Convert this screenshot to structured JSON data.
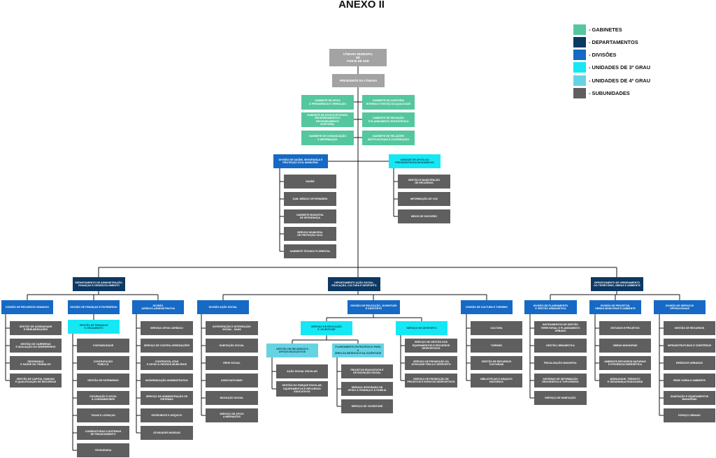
{
  "title": "ANEXO II",
  "colors": {
    "gab": "#55c79e",
    "dep": "#0c3863",
    "div": "#1669c4",
    "u3": "#15e8f4",
    "u4": "#66d3e3",
    "sub": "#5f5f5f",
    "top": "#a3a3a3",
    "line": "#111111"
  },
  "legend": [
    {
      "color": "#55c79e",
      "label": "- GABINETES"
    },
    {
      "color": "#0c3863",
      "label": "- DEPARTAMENTOS"
    },
    {
      "color": "#1669c4",
      "label": "- DIVISÕES"
    },
    {
      "color": "#15e8f4",
      "label": "- UNIDADES DE 3º GRAU"
    },
    {
      "color": "#66d3e3",
      "label": "- UNIDADES DE 4º GRAU"
    },
    {
      "color": "#5f5f5f",
      "label": "- SUBUNIDADES"
    }
  ],
  "boxes": [
    {
      "id": "camara",
      "label": "CÂMARA MUNICIPAL\nDE\nPONTE DE SOR",
      "type": "top"
    },
    {
      "id": "presidente",
      "label": "PRESIDENTE DA CÂMARA",
      "type": "top"
    },
    {
      "id": "g1",
      "label": "GABINETE DE APOIO\nÀ PRESIDÊNCIA E VEREAÇÃO",
      "type": "gab"
    },
    {
      "id": "g2",
      "label": "GABINETE DE AUDITORIA\nINTERNA E GESTÃO DA QUALIDADE",
      "type": "gab"
    },
    {
      "id": "g3",
      "label": "GABINETE DE ATOS ELEITORAIS,\nRECENSEAMENTO E RECENSEAMENTO\nELEITORAL",
      "type": "gab"
    },
    {
      "id": "g4",
      "label": "GABINETE DE INOVAÇÃO\nE PLANEAMENTO ESTRATÉGICO",
      "type": "gab"
    },
    {
      "id": "g5",
      "label": "GABINETE DE COMUNICAÇÃO\nE INFORMAÇÃO",
      "type": "gab"
    },
    {
      "id": "g6",
      "label": "GABINETE DE RELAÇÕES\nINSTITUCIONAIS E COOPERAÇÃO",
      "type": "gab"
    },
    {
      "id": "div_saude",
      "label": "DIVISÃO DE SAÚDE, SEGURANÇA E\nPROTEÇÃO CIVIL MUNICIPAL",
      "type": "div"
    },
    {
      "id": "s_saude",
      "label": "SAÚDE",
      "type": "sub"
    },
    {
      "id": "s_vet",
      "label": "GAB. MÉDICO VETERINÁRIO",
      "type": "sub"
    },
    {
      "id": "s_gabseg",
      "label": "GABINETE MUNICIPAL\nDE SEGURANÇA",
      "type": "sub"
    },
    {
      "id": "s_smpc",
      "label": "SERVIÇO MUNICIPAL\nDE PROTEÇÃO CIVIL",
      "type": "sub"
    },
    {
      "id": "s_flor",
      "label": "GABINETE TÉCNICO FLORESTAL",
      "type": "sub"
    },
    {
      "id": "u_sig",
      "label": "UNIDADE DE APOIO AO\nPRESIDENTE/SIG/GEOGRÁFICO",
      "type": "u3"
    },
    {
      "id": "s_rec",
      "label": "GESTÃO E MANUTENÇÃO\nDE RECURSOS",
      "type": "sub"
    },
    {
      "id": "s_info",
      "label": "INFORMAÇÃO DE VOZ",
      "type": "sub"
    },
    {
      "id": "s_socorro",
      "label": "MEIOS DE SOCORRO",
      "type": "sub"
    },
    {
      "id": "dep_adm",
      "label": "DEPARTAMENTO DE ADMINISTRAÇÃO,\nFINANÇAS E DESENVOLVIMENTO",
      "type": "dep"
    },
    {
      "id": "dep_social",
      "label": "DEPARTAMENTO AÇÃO SOCIAL,\nEDUCAÇÃO, CULTURA E DESPORTO",
      "type": "dep"
    },
    {
      "id": "dep_terr",
      "label": "DEPARTAMENTO DE ORDENAMENTO\nDO TERRITÓRIO, OBRAS E AMBIENTE",
      "type": "dep"
    },
    {
      "id": "div_rh",
      "label": "DIVISÃO DE RECURSOS HUMANOS",
      "type": "div"
    },
    {
      "id": "rh1",
      "label": "GESTÃO DE ASSIDUIDADE\nE REMUNERAÇÕES",
      "type": "sub"
    },
    {
      "id": "rh2",
      "label": "GESTÃO DE CARREIRAS\nE AVALIAÇÃO DO DESEMPENHO",
      "type": "sub"
    },
    {
      "id": "rh3",
      "label": "SEGURANÇA\nE SAÚDE NO TRABALHO",
      "type": "sub"
    },
    {
      "id": "rh4",
      "label": "GESTÃO DE CAPITAL HUMANO\nE QUALIFICAÇÃO DE RECURSOS",
      "type": "sub"
    },
    {
      "id": "div_fin",
      "label": "DIVISÃO DE FINANÇAS E PATRIMÓNIO",
      "type": "div"
    },
    {
      "id": "u_fin",
      "label": "GESTÃO DE FINANÇAS\nE ORÇAMENTO",
      "type": "u3"
    },
    {
      "id": "f1",
      "label": "CONTABILIDADE",
      "type": "sub"
    },
    {
      "id": "f2",
      "label": "CONTRATAÇÃO\nPÚBLICA",
      "type": "sub"
    },
    {
      "id": "f3",
      "label": "GESTÃO DE PATRIMÓNIO",
      "type": "sub"
    },
    {
      "id": "f4",
      "label": "FATURAÇÃO E APOIO\nÀ CONSUMIDORES",
      "type": "sub"
    },
    {
      "id": "f5",
      "label": "TAXAS E LICENÇAS",
      "type": "sub"
    },
    {
      "id": "f6",
      "label": "CANDIDATURAS A SISTEMAS\nDE FINANCIAMENTO",
      "type": "sub"
    },
    {
      "id": "f7",
      "label": "TESOURARIA",
      "type": "sub"
    },
    {
      "id": "div_jur",
      "label": "DIVISÃO\nJURÍDICO-ADMINISTRATIVA",
      "type": "div"
    },
    {
      "id": "j1",
      "label": "SERVIÇO APOIO JURÍDICO",
      "type": "sub"
    },
    {
      "id": "j2",
      "label": "SERVIÇO DE CONTRA-ORDENAÇÕES",
      "type": "sub"
    },
    {
      "id": "j3",
      "label": "CONTRATOS, ATAS\nE APOIO A ÓRGÃOS MUNICIPAIS",
      "type": "sub"
    },
    {
      "id": "j4",
      "label": "MODERNIZAÇÃO ADMINISTRATIVA",
      "type": "sub"
    },
    {
      "id": "j5",
      "label": "SERVIÇO DE ADMINISTRAÇÃO DE\nSISTEMAS",
      "type": "sub"
    },
    {
      "id": "j6",
      "label": "EXPEDIENTE E ARQUIVO",
      "type": "sub"
    },
    {
      "id": "j7",
      "label": "ATIVIDADES MUSEAIS",
      "type": "sub"
    },
    {
      "id": "div_acao",
      "label": "DIVISÃO AÇÃO SOCIAL",
      "type": "div"
    },
    {
      "id": "a1",
      "label": "INTERVENÇÃO E INTEGRAÇÃO\nSOCIAL - SAAS",
      "type": "sub"
    },
    {
      "id": "a2",
      "label": "HABITAÇÃO SOCIAL",
      "type": "sub"
    },
    {
      "id": "a3",
      "label": "REDE SOCIAL",
      "type": "sub"
    },
    {
      "id": "a4",
      "label": "ASSOCIATIVISMO",
      "type": "sub"
    },
    {
      "id": "a5",
      "label": "INOVAÇÃO SOCIAL",
      "type": "sub"
    },
    {
      "id": "a6",
      "label": "SERVIÇO DE APOIO\nA MIGRANTES",
      "type": "sub"
    },
    {
      "id": "div_edu",
      "label": "DIVISÃO DE EDUCAÇÃO, JUVENTUDE\nE DESPORTO",
      "type": "div"
    },
    {
      "id": "u_edu",
      "label": "SERVIÇO DE EDUCAÇÃO\nE JUVENTUDE",
      "type": "u3"
    },
    {
      "id": "u_desp",
      "label": "SERVIÇO DE DESPORTO",
      "type": "u3"
    },
    {
      "id": "u4_rec",
      "label": "GESTÃO DE RECURSOS E\nAPOIOS EDUCATIVOS",
      "type": "u4"
    },
    {
      "id": "u4_plan",
      "label": "PLANEAMENTO ESTRATÉGICO PARA A\nÁREA DA INFÂNCIA E DA JUVENTUDE",
      "type": "u4"
    },
    {
      "id": "e1",
      "label": "AÇÃO SOCIAL ESCOLAR",
      "type": "sub"
    },
    {
      "id": "e2",
      "label": "GESTÃO DO PARQUE ESCOLAR,\nEQUIPAMENTOS E RECURSOS\nEDUCATIVOS",
      "type": "sub"
    },
    {
      "id": "e3",
      "label": "PROJETOS EDUCATIVOS E\nDE INOVAÇÃO SOCIAL",
      "type": "sub"
    },
    {
      "id": "e4",
      "label": "SERVIÇO INTEGRADO DE\nAPOIO À CRIANÇA E À FAMÍLIA",
      "type": "sub"
    },
    {
      "id": "e5",
      "label": "SERVIÇO DE JUVENTUDE",
      "type": "sub"
    },
    {
      "id": "d1",
      "label": "SERVIÇO DE GESTÃO DOS\nEQUIPAMENTOS E RECURSOS\nDESPORTIVOS",
      "type": "sub"
    },
    {
      "id": "d2",
      "label": "SERVIÇO DE PROMOÇÃO DA\nATIVIDADE FÍSICA E DESPORTO",
      "type": "sub"
    },
    {
      "id": "d3",
      "label": "SERVIÇO DE PROMOÇÃO DE\nPROJETOS E EVENTOS DESPORTIVOS",
      "type": "sub"
    },
    {
      "id": "div_cult",
      "label": "DIVISÃO DE CULTURA E TURISMO",
      "type": "div"
    },
    {
      "id": "c1",
      "label": "CULTURA",
      "type": "sub"
    },
    {
      "id": "c2",
      "label": "TURISMO",
      "type": "sub"
    },
    {
      "id": "c3",
      "label": "GESTÃO DE RECURSOS\nCULTURAIS",
      "type": "sub"
    },
    {
      "id": "c4",
      "label": "BIBLIOTECAS E ARQUIVO\nHISTÓRICO",
      "type": "sub"
    },
    {
      "id": "div_urb",
      "label": "DIVISÃO DE PLANEAMENTO\nE GESTÃO URBANÍSTICA",
      "type": "div"
    },
    {
      "id": "p1",
      "label": "INSTRUMENTOS DE GESTÃO\nTERRITORIAL E PLANEAMENTO\nURBANO",
      "type": "sub"
    },
    {
      "id": "p2",
      "label": "GESTÃO URBANÍSTICA",
      "type": "sub"
    },
    {
      "id": "p3",
      "label": "FISCALIZAÇÃO MUNICIPAL",
      "type": "sub"
    },
    {
      "id": "p4",
      "label": "SISTEMAS DE INFORMAÇÃO\nGEOGRÁFICA E TOPOGRAFIA",
      "type": "sub"
    },
    {
      "id": "p5",
      "label": "SERVIÇO DE HABITAÇÃO",
      "type": "sub"
    },
    {
      "id": "div_obras",
      "label": "DIVISÃO DE PROJETOS,\nOBRAS MUNICIPAIS E AMBIENTE",
      "type": "div"
    },
    {
      "id": "o1",
      "label": "ESTUDOS E PROJETOS",
      "type": "sub"
    },
    {
      "id": "o2",
      "label": "OBRAS MUNICIPAIS",
      "type": "sub"
    },
    {
      "id": "o3",
      "label": "AMBIENTE RECURSOS NATURAIS\nE EFICIÊNCIA ENERGÉTICA",
      "type": "sub"
    },
    {
      "id": "o4",
      "label": "MOBILIDADE, TRÂNSITO\nE SEGURANÇA RODOVIÁRIA",
      "type": "sub"
    },
    {
      "id": "div_oper",
      "label": "DIVISÃO DE SERVIÇOS\nOPERACIONAIS",
      "type": "div"
    },
    {
      "id": "op1",
      "label": "GESTÃO DE RECURSOS",
      "type": "sub"
    },
    {
      "id": "op2",
      "label": "INFRAESTRUTURAS E CEMITÉRIOS",
      "type": "sub"
    },
    {
      "id": "op3",
      "label": "RESÍDUOS URBANOS",
      "type": "sub"
    },
    {
      "id": "op4",
      "label": "REDE VIÁRIA E AMBIENTE",
      "type": "sub"
    },
    {
      "id": "op5",
      "label": "SANITAÇÃO E EQUIPAMENTOS\nMUNICIPAIS",
      "type": "sub"
    },
    {
      "id": "op6",
      "label": "ESPAÇO URBANO",
      "type": "sub"
    }
  ]
}
